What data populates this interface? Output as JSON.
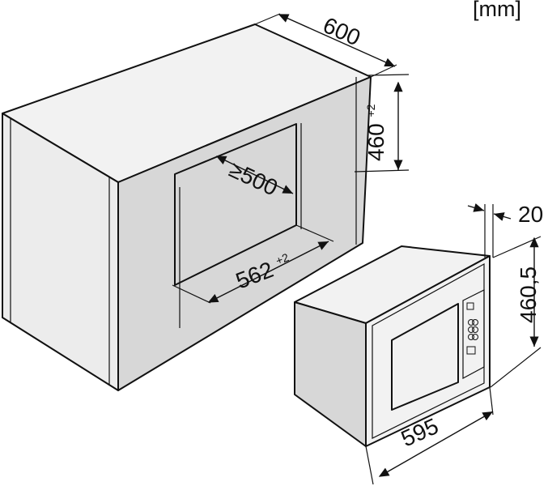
{
  "unit_label": "[mm]",
  "dimensions": {
    "cabinet_depth": "600",
    "cabinet_niche_height": "460",
    "cabinet_niche_height_tolerance": "+2",
    "niche_depth": "≥500",
    "niche_width": "562",
    "niche_width_tolerance": "+2",
    "appliance_front_depth": "20",
    "appliance_height": "460,5",
    "appliance_width": "595"
  },
  "colors": {
    "outline": "#111111",
    "face_light": "#f2f2f2",
    "face_mid": "#ececec",
    "face_dark": "#d7d7d7"
  }
}
